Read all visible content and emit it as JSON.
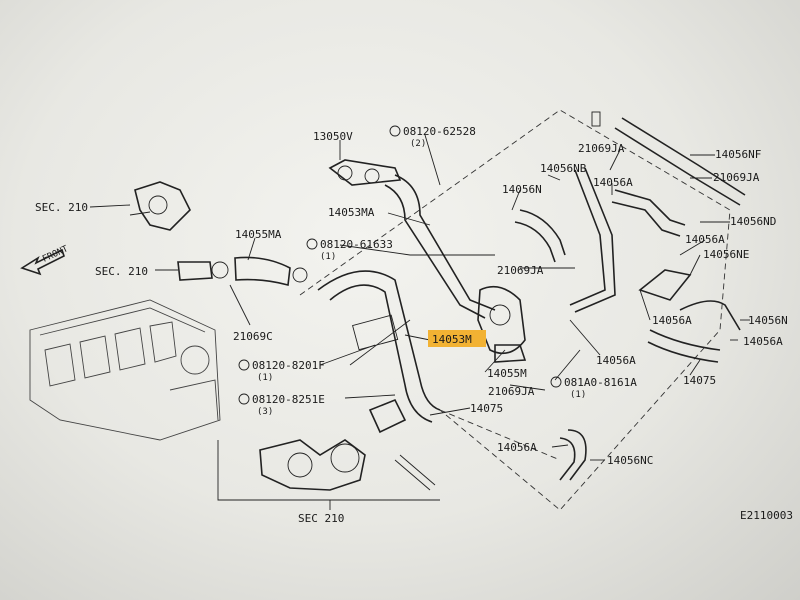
{
  "labels": {
    "p13050v": "13050V",
    "b1": "08120-62528",
    "b1q": "(2)",
    "p21069ja_top": "21069JA",
    "p14056nf": "14056NF",
    "p14056nb": "14056NB",
    "p21069ja_r": "21069JA",
    "p14056n": "14056N",
    "p14056a_1": "14056A",
    "p14056nd": "14056ND",
    "sec210_top": "SEC. 210",
    "p14053ma": "14053MA",
    "p14055ma": "14055MA",
    "b2": "08120-61633",
    "b2q": "(1)",
    "p14056a_2": "14056A",
    "p14056ne": "14056NE",
    "front": "FRONT",
    "sec210_mid": "SEC. 210",
    "p21069ja_mid": "21069JA",
    "p14056a_3": "14056A",
    "p14056n_r": "14056N",
    "p14056a_4": "14056A",
    "p21069c": "21069C",
    "p14053m": "14053M",
    "b3": "08120-8201F",
    "b3q": "(1)",
    "p14055m": "14055M",
    "p14056a_5": "14056A",
    "p21069ja_low": "21069JA",
    "b4": "081A0-8161A",
    "b4q": "(1)",
    "p14075_r": "14075",
    "b5": "08120-8251E",
    "b5q": "(3)",
    "p14075_low": "14075",
    "p14056a_6": "14056A",
    "p14056nc": "14056NC",
    "sec210_bot": "SEC 210",
    "ref": "E2110003"
  },
  "colors": {
    "highlight": "#f2b233",
    "ink": "#1a1a1a",
    "paper": "#ecece7"
  }
}
